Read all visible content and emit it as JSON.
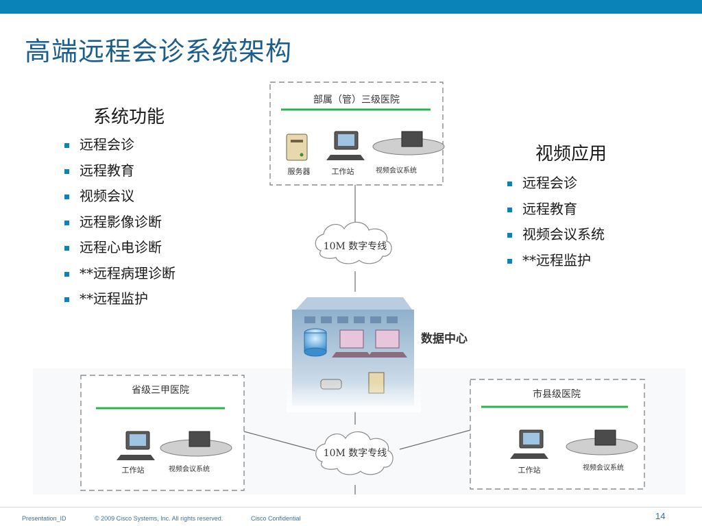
{
  "slide": {
    "title": "高端远程会诊系统架构",
    "page_number": "14"
  },
  "left_panel": {
    "heading": "系统功能",
    "items": [
      "远程会诊",
      "远程教育",
      "视频会议",
      "远程影像诊断",
      "远程心电诊断",
      "**远程病理诊断",
      "**远程监护"
    ]
  },
  "right_panel": {
    "heading": "视频应用",
    "items": [
      "远程会诊",
      "远程教育",
      "视频会议系统",
      "**远程监护"
    ]
  },
  "diagram": {
    "top_hospital": {
      "title": "部属（管）三级医院",
      "labels": [
        "服务器",
        "工作站",
        "视频会议系统"
      ]
    },
    "cloud_top": "10M 数字专线",
    "cloud_bottom": "10M 数字专线",
    "data_center": "数据中心",
    "left_hospital": {
      "title": "省级三甲医院",
      "labels": [
        "工作站",
        "视频会议系统"
      ]
    },
    "right_hospital": {
      "title": "市县级医院",
      "labels": [
        "工作站",
        "视频会议系统"
      ]
    }
  },
  "footer": {
    "presentation_id": "Presentation_ID",
    "copyright": "© 2009 Cisco Systems, Inc. All rights reserved.",
    "confidential": "Cisco Confidential"
  },
  "colors": {
    "accent_blue": "#0a84b8",
    "title_blue": "#1b5d8c",
    "network_green": "#2bb24c",
    "footer_blue": "#3d6f9a"
  }
}
